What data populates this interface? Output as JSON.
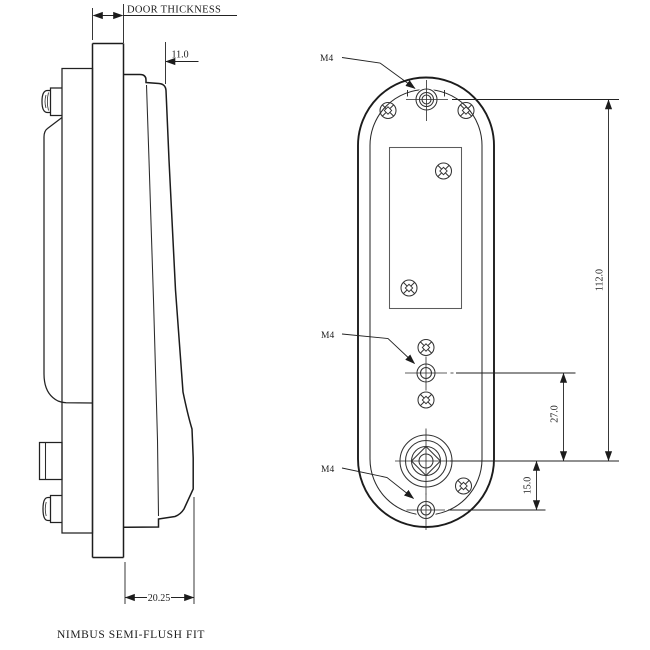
{
  "caption": "NIMBUS SEMI-FLUSH FIT",
  "side_view": {
    "door_thickness_label": "DOOR THICKNESS",
    "dim_front_top_projection": "11.0",
    "dim_front_bottom_projection": "20.25"
  },
  "front_view": {
    "hole_labels": {
      "top": "M4",
      "middle": "M4",
      "bottom": "M4"
    },
    "dim_fixing_centres": "112.0",
    "dim_mid_hole_to_spindle": "27.0",
    "dim_spindle_to_bottom_hole": "15.0"
  },
  "colors": {
    "line": "#1c1c1c",
    "background": "#ffffff"
  }
}
